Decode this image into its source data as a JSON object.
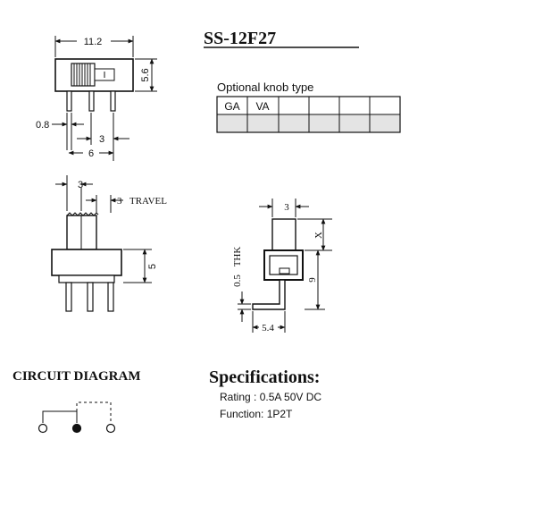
{
  "title": "SS-12F27",
  "knob": {
    "heading": "Optional knob type",
    "cells": [
      "GA",
      "VA",
      "",
      "",
      "",
      ""
    ]
  },
  "top_view": {
    "width_dim": "11.2",
    "height_dim": "5.6",
    "pin_dim": "0.8",
    "pitch_dim": "3",
    "span_dim": "6"
  },
  "front_view": {
    "knob_dim": "3",
    "travel_dim": "3",
    "travel_label": "TRAVEL",
    "height_dim": "5"
  },
  "side_view": {
    "knob_dim": "3",
    "x_dim": "X",
    "thk_dim": "0.5",
    "thk_label": "THK",
    "height_dim": "9",
    "bend_dim": "5.4"
  },
  "circuit": {
    "heading": "CIRCUIT DIAGRAM"
  },
  "specs": {
    "heading": "Specifications:",
    "rating": "Rating : 0.5A 50V DC",
    "function": "Function: 1P2T"
  }
}
